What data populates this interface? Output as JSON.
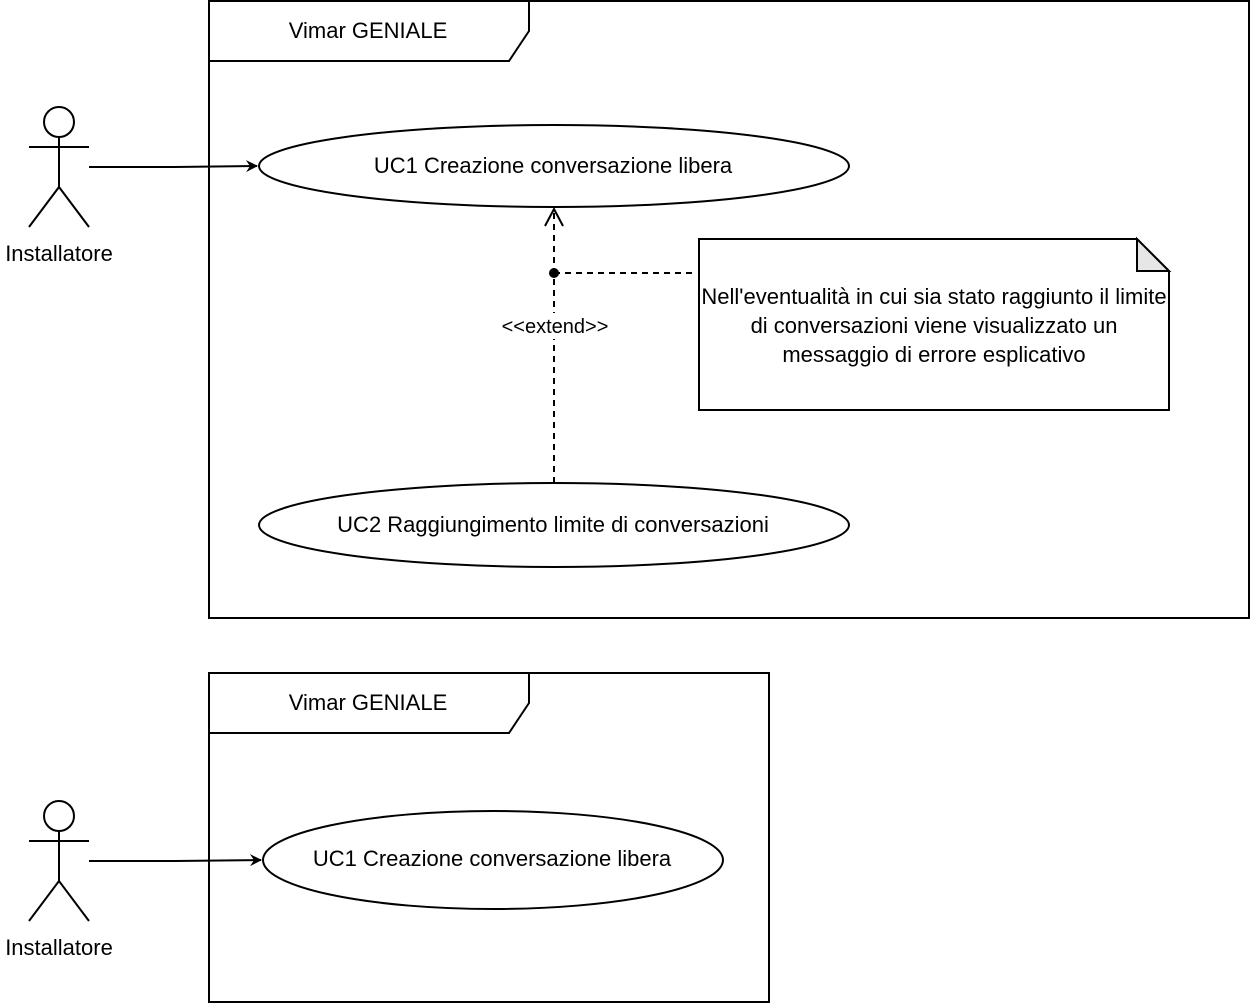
{
  "diagram_top": {
    "frame_title": "Vimar GENIALE",
    "actor": "Installatore",
    "uc1": "UC1 Creazione conversazione libera",
    "uc2": "UC2 Raggiungimento limite di conversazioni",
    "extend_label": "<<extend>>",
    "note": "Nell'eventualità in cui sia stato raggiunto il limite di conversazioni viene visualizzato un messaggio di errore esplicativo"
  },
  "diagram_bottom": {
    "frame_title": "Vimar GENIALE",
    "actor": "Installatore",
    "uc1": "UC1 Creazione conversazione libera"
  }
}
